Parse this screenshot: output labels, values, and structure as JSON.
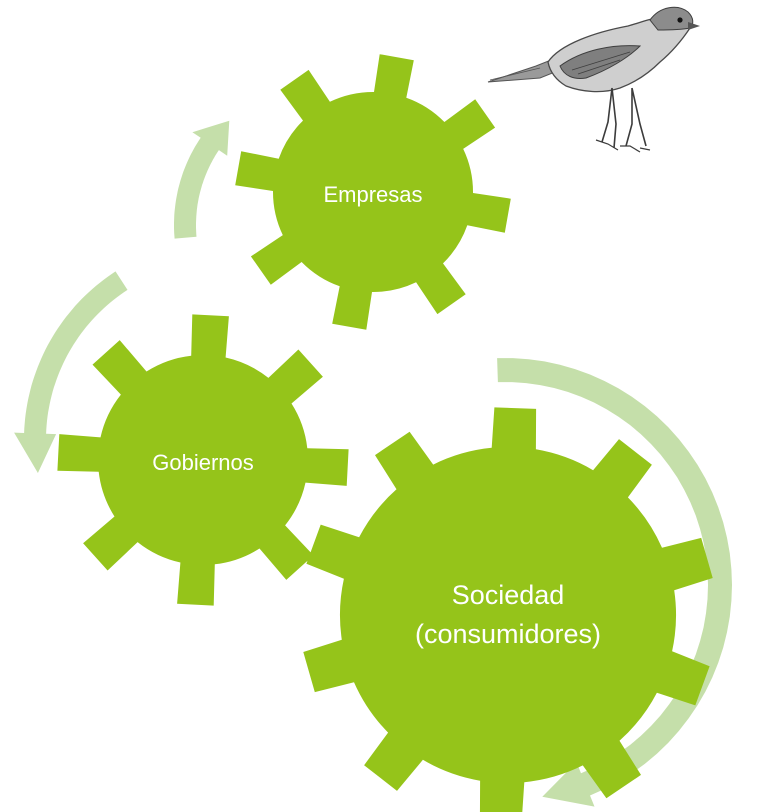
{
  "diagram": {
    "gears": [
      {
        "id": "empresas",
        "label": "Empresas"
      },
      {
        "id": "gobiernos",
        "label": "Gobiernos"
      },
      {
        "id": "sociedad",
        "label_line1": "Sociedad",
        "label_line2": "(consumidores)"
      }
    ],
    "colors": {
      "gear_fill": "#95c41a",
      "arrow_fill": "#c5dfaa",
      "label_text": "#ffffff"
    },
    "decoration": {
      "image": "bird-illustration"
    }
  }
}
